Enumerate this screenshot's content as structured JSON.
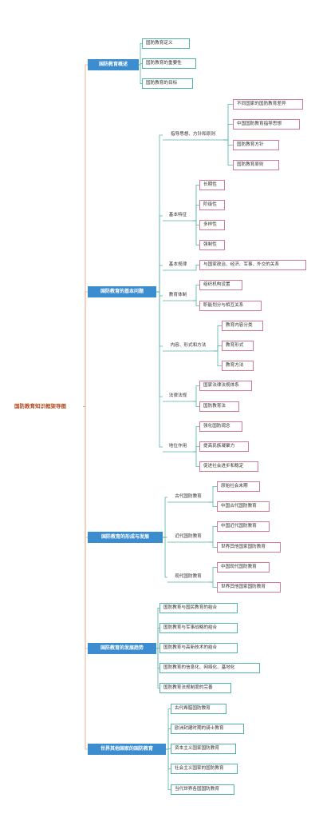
{
  "colors": {
    "root_text": "#b3461b",
    "root_line": "#e2a080",
    "level1_fill": "#3c8dd0",
    "level1_text": "#ffffff",
    "branch_line": "#53b1a5",
    "leaf_border_teal": "#53b1a5",
    "leaf_border_pink": "#d37a91"
  },
  "root": {
    "label": "国防教育知识框架导图"
  },
  "branches": [
    {
      "label": "国防教育概述",
      "children": [
        {
          "label": "国防教育定义"
        },
        {
          "label": "国防教育的重要性"
        },
        {
          "label": "国防教育的目标"
        }
      ]
    },
    {
      "label": "国防教育的基本问题",
      "children": [
        {
          "label": "指导思想、方针和原则",
          "children": [
            {
              "label": "不同国家的国防教育差异"
            },
            {
              "label": "中国国防教育指导思想"
            },
            {
              "label": "国防教育方针"
            },
            {
              "label": "国防教育原则"
            }
          ]
        },
        {
          "label": "基本特征",
          "children": [
            {
              "label": "长期性"
            },
            {
              "label": "阶级性"
            },
            {
              "label": "多样性"
            },
            {
              "label": "强制性"
            }
          ]
        },
        {
          "label": "基本规律",
          "children": [
            {
              "label": "与国家政治、经济、军事、外交的关系"
            }
          ]
        },
        {
          "label": "教育体制",
          "children": [
            {
              "label": "组织机构设置"
            },
            {
              "label": "职能划分与相互关系"
            }
          ]
        },
        {
          "label": "内容、形式和方法",
          "children": [
            {
              "label": "教育内容分类"
            },
            {
              "label": "教育形式"
            },
            {
              "label": "教育方法"
            }
          ]
        },
        {
          "label": "法律法规",
          "children": [
            {
              "label": "国家法律法规体系"
            },
            {
              "label": "国防教育法"
            }
          ]
        },
        {
          "label": "地位作用",
          "children": [
            {
              "label": "强化国防观念"
            },
            {
              "label": "提高民族凝聚力"
            },
            {
              "label": "促进社会进步和稳定"
            }
          ]
        }
      ]
    },
    {
      "label": "国防教育的形成与发展",
      "children": [
        {
          "label": "古代国防教育",
          "children": [
            {
              "label": "原始社会末期"
            },
            {
              "label": "中国古代国防教育"
            }
          ]
        },
        {
          "label": "近代国防教育",
          "children": [
            {
              "label": "中国近代国防教育"
            },
            {
              "label": "世界其他国家国防教育"
            }
          ]
        },
        {
          "label": "现代国防教育",
          "children": [
            {
              "label": "中国现代国防教育"
            },
            {
              "label": "世界其他国家国防教育"
            }
          ]
        }
      ]
    },
    {
      "label": "国防教育的发展趋势",
      "children": [
        {
          "label": "国防教育与国民教育的结合"
        },
        {
          "label": "国防教育与军事战略的结合"
        },
        {
          "label": "国防教育与高新技术的结合"
        },
        {
          "label": "国防教育的信息化、网络化、基地化"
        },
        {
          "label": "国防教育法规制度的完善"
        }
      ]
    },
    {
      "label": "世界其他国家的国防教育",
      "children": [
        {
          "label": "古代希腊国防教育"
        },
        {
          "label": "欧洲封建时期的骑士教育"
        },
        {
          "label": "资本主义国家国防教育"
        },
        {
          "label": "社会主义国家的国防教育"
        },
        {
          "label": "当代世界各国国防教育"
        }
      ]
    }
  ]
}
